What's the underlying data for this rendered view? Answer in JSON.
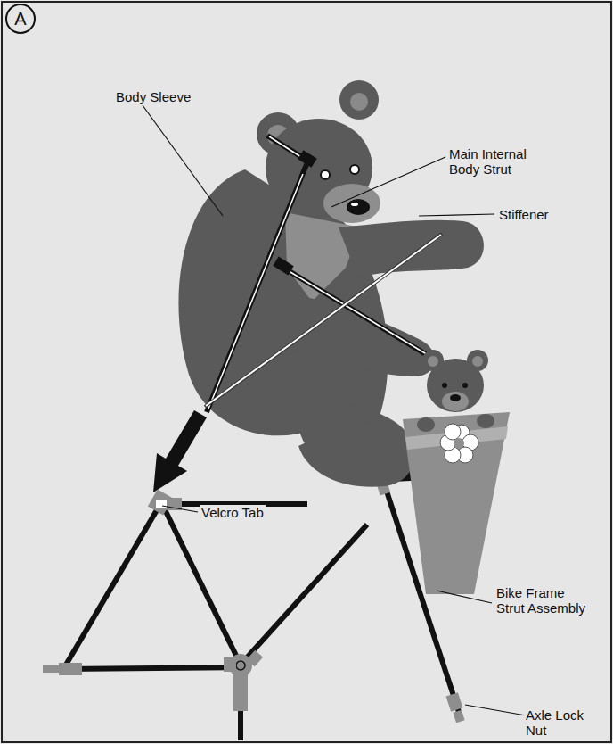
{
  "diagram": {
    "nodes": [
      {
        "text": [
          "A"
        ]
      }
    ],
    "labels": [
      "Main Internal Body Strut",
      "Body Sleeve",
      "Stiffener",
      "Velcro Tab",
      "Bike Frame Strut Assembly",
      "Axle Lock Nut"
    ]
  }
}
